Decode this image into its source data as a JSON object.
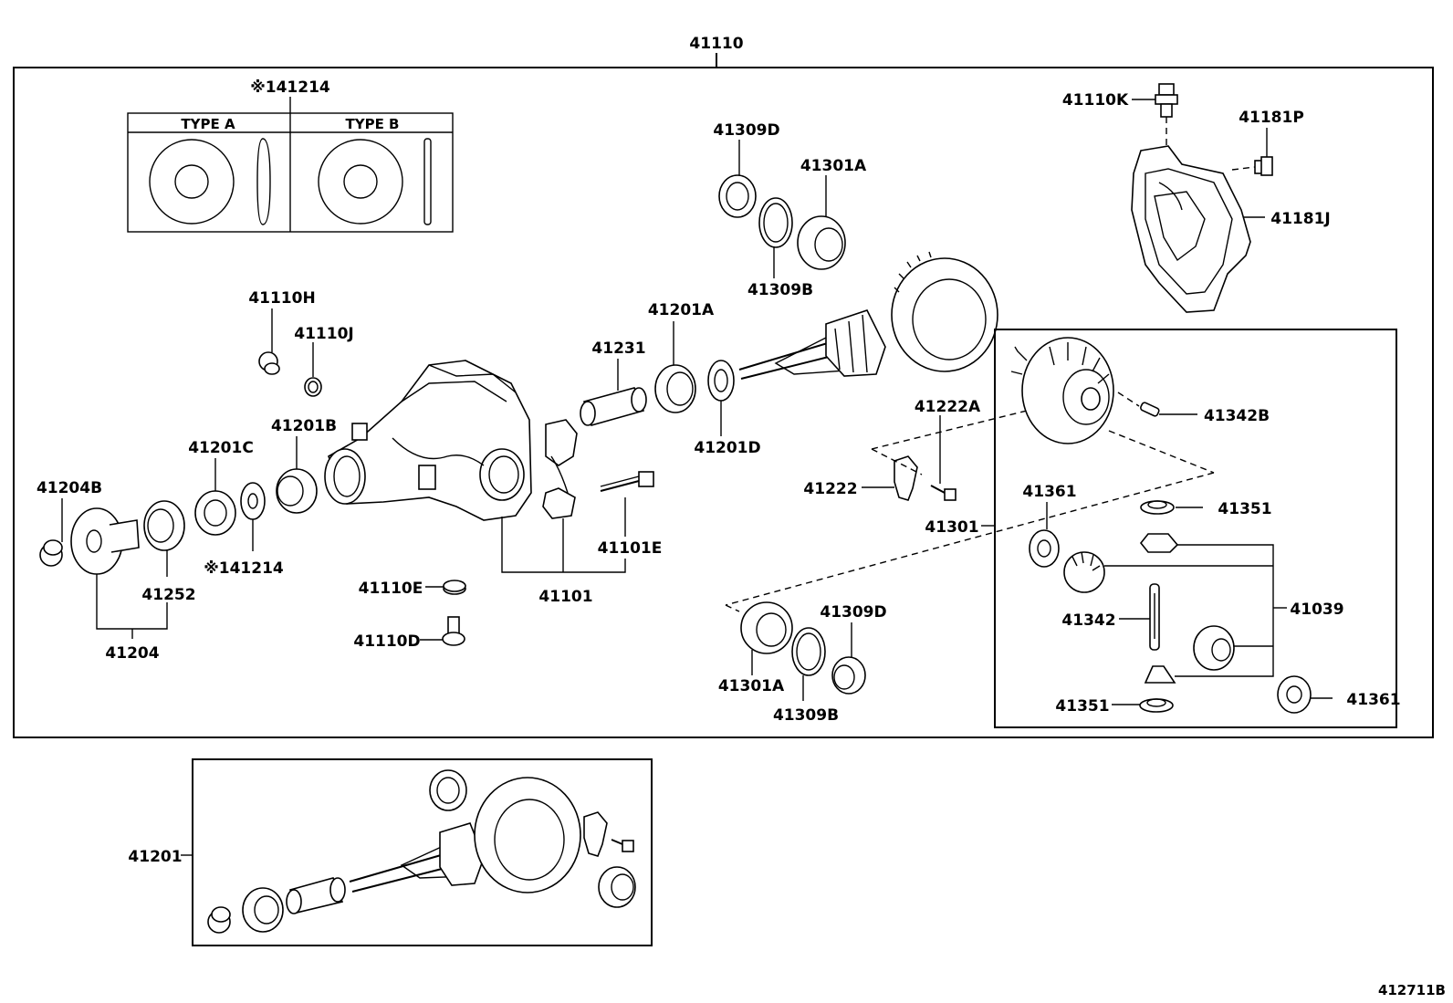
{
  "diagram": {
    "title_part": "41110",
    "footer_code": "412711B",
    "washer_ref": "※141214",
    "washer_ref_lower": "※141214",
    "type_a": "TYPE A",
    "type_b": "TYPE B",
    "labels": {
      "p41110K": "41110K",
      "p41181P": "41181P",
      "p41181J": "41181J",
      "p41309D_top": "41309D",
      "p41301A_top": "41301A",
      "p41309B_top": "41309B",
      "p41110H": "41110H",
      "p41110J": "41110J",
      "p41201A": "41201A",
      "p41231": "41231",
      "p41201D": "41201D",
      "p41201B": "41201B",
      "p41201C": "41201C",
      "p41204B": "41204B",
      "p41252": "41252",
      "p41204": "41204",
      "p41101E": "41101E",
      "p41101": "41101",
      "p41110E": "41110E",
      "p41110D": "41110D",
      "p41222A": "41222A",
      "p41222": "41222",
      "p41301": "41301",
      "p41342B": "41342B",
      "p41361_top": "41361",
      "p41351_top": "41351",
      "p41039": "41039",
      "p41342": "41342",
      "p41351_bot": "41351",
      "p41361_bot": "41361",
      "p41309D_bot": "41309D",
      "p41301A_bot": "41301A",
      "p41309B_bot": "41309B",
      "p41201": "41201"
    }
  }
}
